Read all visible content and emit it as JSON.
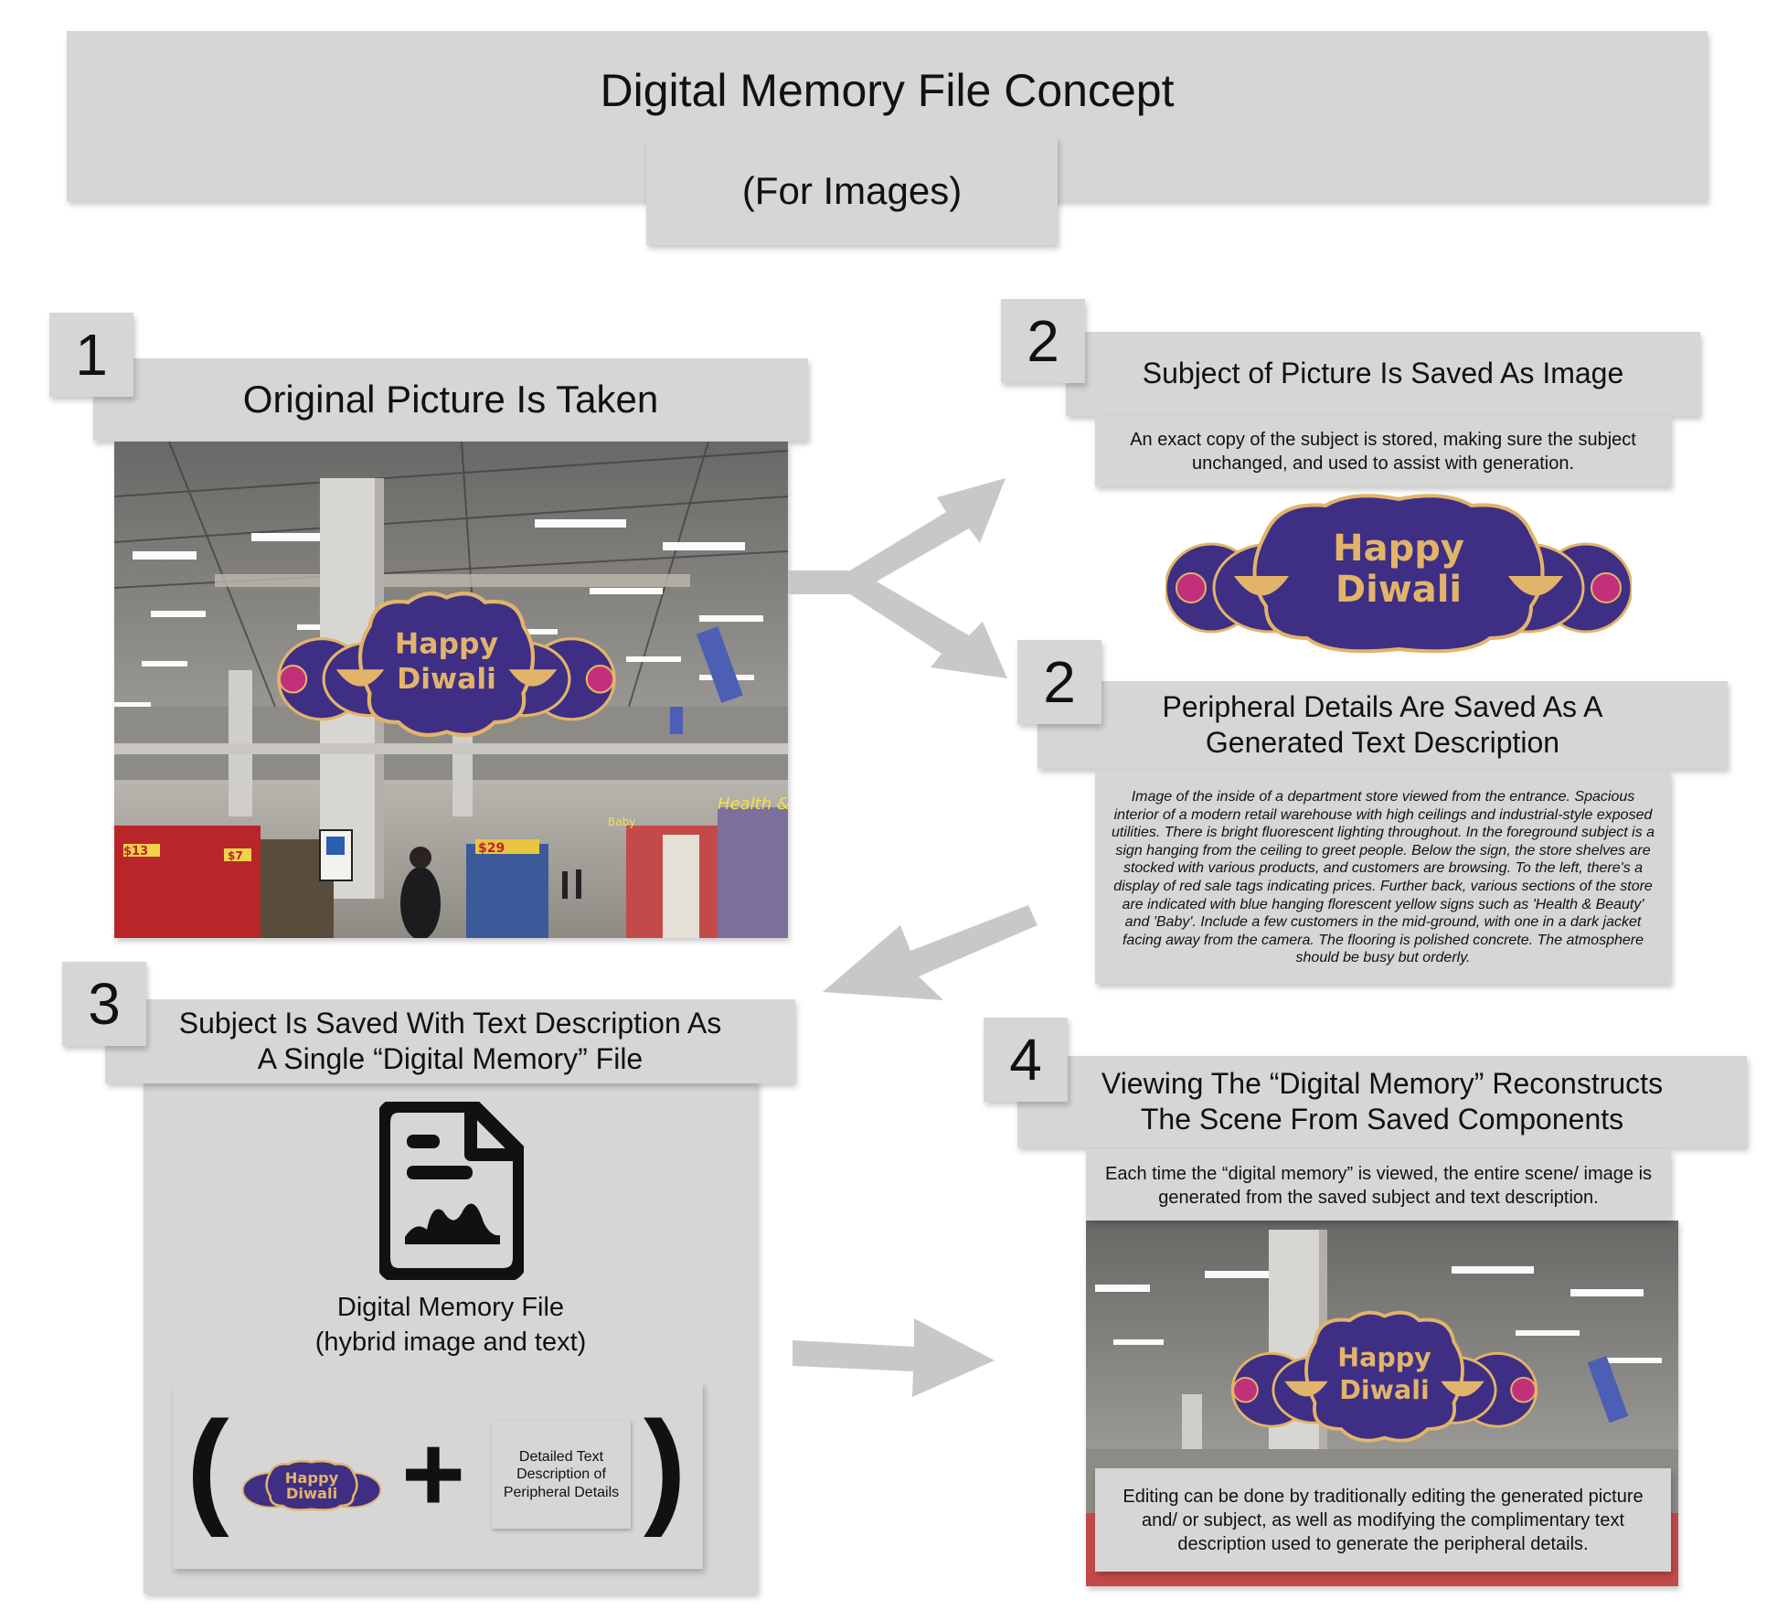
{
  "header": {
    "title": "Digital Memory File Concept",
    "subtitle": "(For Images)"
  },
  "step1": {
    "number": "1",
    "title": "Original Picture Is Taken",
    "photo": {
      "sign_text": "Happy\nDiwali",
      "sale_tags": [
        "$13",
        "$7",
        "$29"
      ],
      "aisle_sign": "Health & B",
      "side_sign": "Baby"
    }
  },
  "step2a": {
    "number": "2",
    "title": "Subject of Picture Is Saved As Image",
    "description": "An exact copy of the subject is stored, making sure the subject unchanged, and used to assist with generation.",
    "sign_text": "Happy\nDiwali"
  },
  "step2b": {
    "number": "2",
    "title": "Peripheral Details Are Saved As A\nGenerated Text Description",
    "description": "Image of the inside of a department store viewed from the entrance. Spacious interior of a modern retail warehouse with high ceilings and industrial-style exposed utilities. There is bright fluorescent lighting throughout. In the foreground subject is a sign hanging from the ceiling to greet people. Below the sign, the store shelves are stocked with various products, and customers are browsing. To the left, there's a display of red sale tags indicating prices. Further back, various sections of the store are indicated with blue hanging florescent yellow signs such as 'Health & Beauty' and 'Baby'. Include a few customers in the mid-ground, with one in a dark jacket facing away from the camera. The flooring is polished concrete. The atmosphere should be busy but orderly."
  },
  "step3": {
    "number": "3",
    "title": "Subject Is Saved With Text Description As\nA Single “Digital Memory” File",
    "file_label": "Digital Memory File\n(hybrid image and text)",
    "formula": {
      "open_paren": "(",
      "plus": "+",
      "close_paren": ")",
      "mini_sign_text": "Happy\nDiwali",
      "text_card": "Detailed Text Description of Peripheral Details"
    }
  },
  "step4": {
    "number": "4",
    "title": "Viewing The “Digital Memory” Reconstructs\nThe Scene From Saved Components",
    "description": "Each time the “digital memory” is viewed, the entire scene/ image is generated from the saved subject and text description.",
    "sign_text": "Happy\nDiwali",
    "editing_note": "Editing can be done by traditionally editing the generated picture and/ or subject, as well as modifying the complimentary text description used to generate the peripheral details."
  },
  "colors": {
    "box": "#d6d6d6",
    "arrow": "#c8c8c8",
    "sign_purple": "#3e2f84",
    "sign_gold": "#e2b46a"
  },
  "icons": [
    "document-chart-icon",
    "arrow-icon"
  ]
}
